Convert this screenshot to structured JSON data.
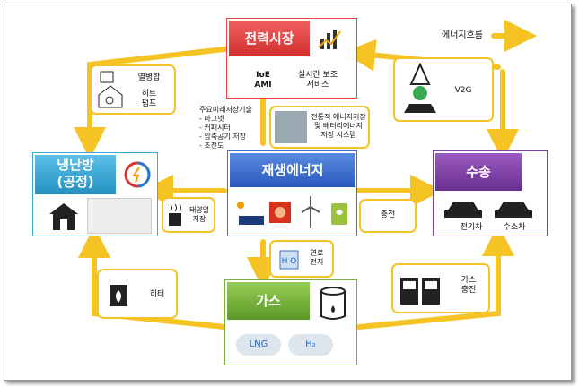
{
  "legend": {
    "label": "에너지흐름"
  },
  "nodes": {
    "market": {
      "title": "전력시장",
      "left": "IoE\nAMI",
      "right": "실시간 보조\n서비스"
    },
    "heating": {
      "title": "냉난방\n(공정)"
    },
    "renewable": {
      "title": "재생에너지"
    },
    "transport": {
      "title": "수송",
      "ev": "전기차",
      "fcv": "수소차"
    },
    "gas": {
      "title": "가스",
      "lng": "LNG",
      "h2": "H₂"
    }
  },
  "links": {
    "heat_pump": {
      "line1": "열병합",
      "line2": "히트\n펌프"
    },
    "v2g": "V2G",
    "storage_tech": [
      "주요미래저장기술",
      "- 마그넷",
      "- 커패시터",
      "- 압축공기 저장",
      "- 초전도"
    ],
    "storage": "전통적 에너지저장\n및 배터리에너지\n저장 시스템",
    "solar_heat": "태양열\n저장",
    "charge": "충전",
    "fuel_cell": "연료\n전지",
    "heater": "히터",
    "gas_charge": "가스\n충전"
  },
  "colors": {
    "arrow": "#f5c324",
    "market": "#e8473f",
    "heating": "#3aa8d8",
    "renewable": "#3c6fd1",
    "transport": "#7b3fa0",
    "gas": "#7ab33c"
  }
}
